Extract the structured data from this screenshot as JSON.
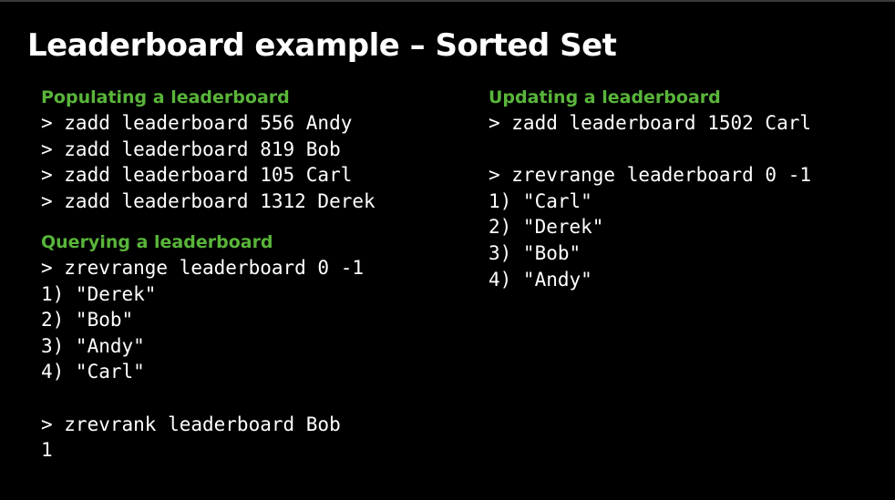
{
  "slide": {
    "title": "Leaderboard example – Sorted Set"
  },
  "populating": {
    "heading": "Populating a leaderboard",
    "lines": [
      "> zadd leaderboard 556 Andy",
      "> zadd leaderboard 819 Bob",
      "> zadd leaderboard 105 Carl",
      "> zadd leaderboard 1312 Derek"
    ]
  },
  "querying": {
    "heading": "Querying a leaderboard",
    "range_command": "> zrevrange leaderboard 0 -1",
    "range_results": [
      "1) \"Derek\"",
      "2) \"Bob\"",
      "3) \"Andy\"",
      "4) \"Carl\""
    ],
    "rank_command": "> zrevrank leaderboard Bob",
    "rank_result": "1"
  },
  "updating": {
    "heading": "Updating a leaderboard",
    "update_command": "> zadd leaderboard 1502 Carl",
    "range_command": "> zrevrange leaderboard 0 -1",
    "range_results": [
      "1) \"Carl\"",
      "2) \"Derek\"",
      "3) \"Bob\"",
      "4) \"Andy\""
    ]
  },
  "colors": {
    "background": "#000000",
    "heading": "#59b53a",
    "text": "#ffffff"
  }
}
